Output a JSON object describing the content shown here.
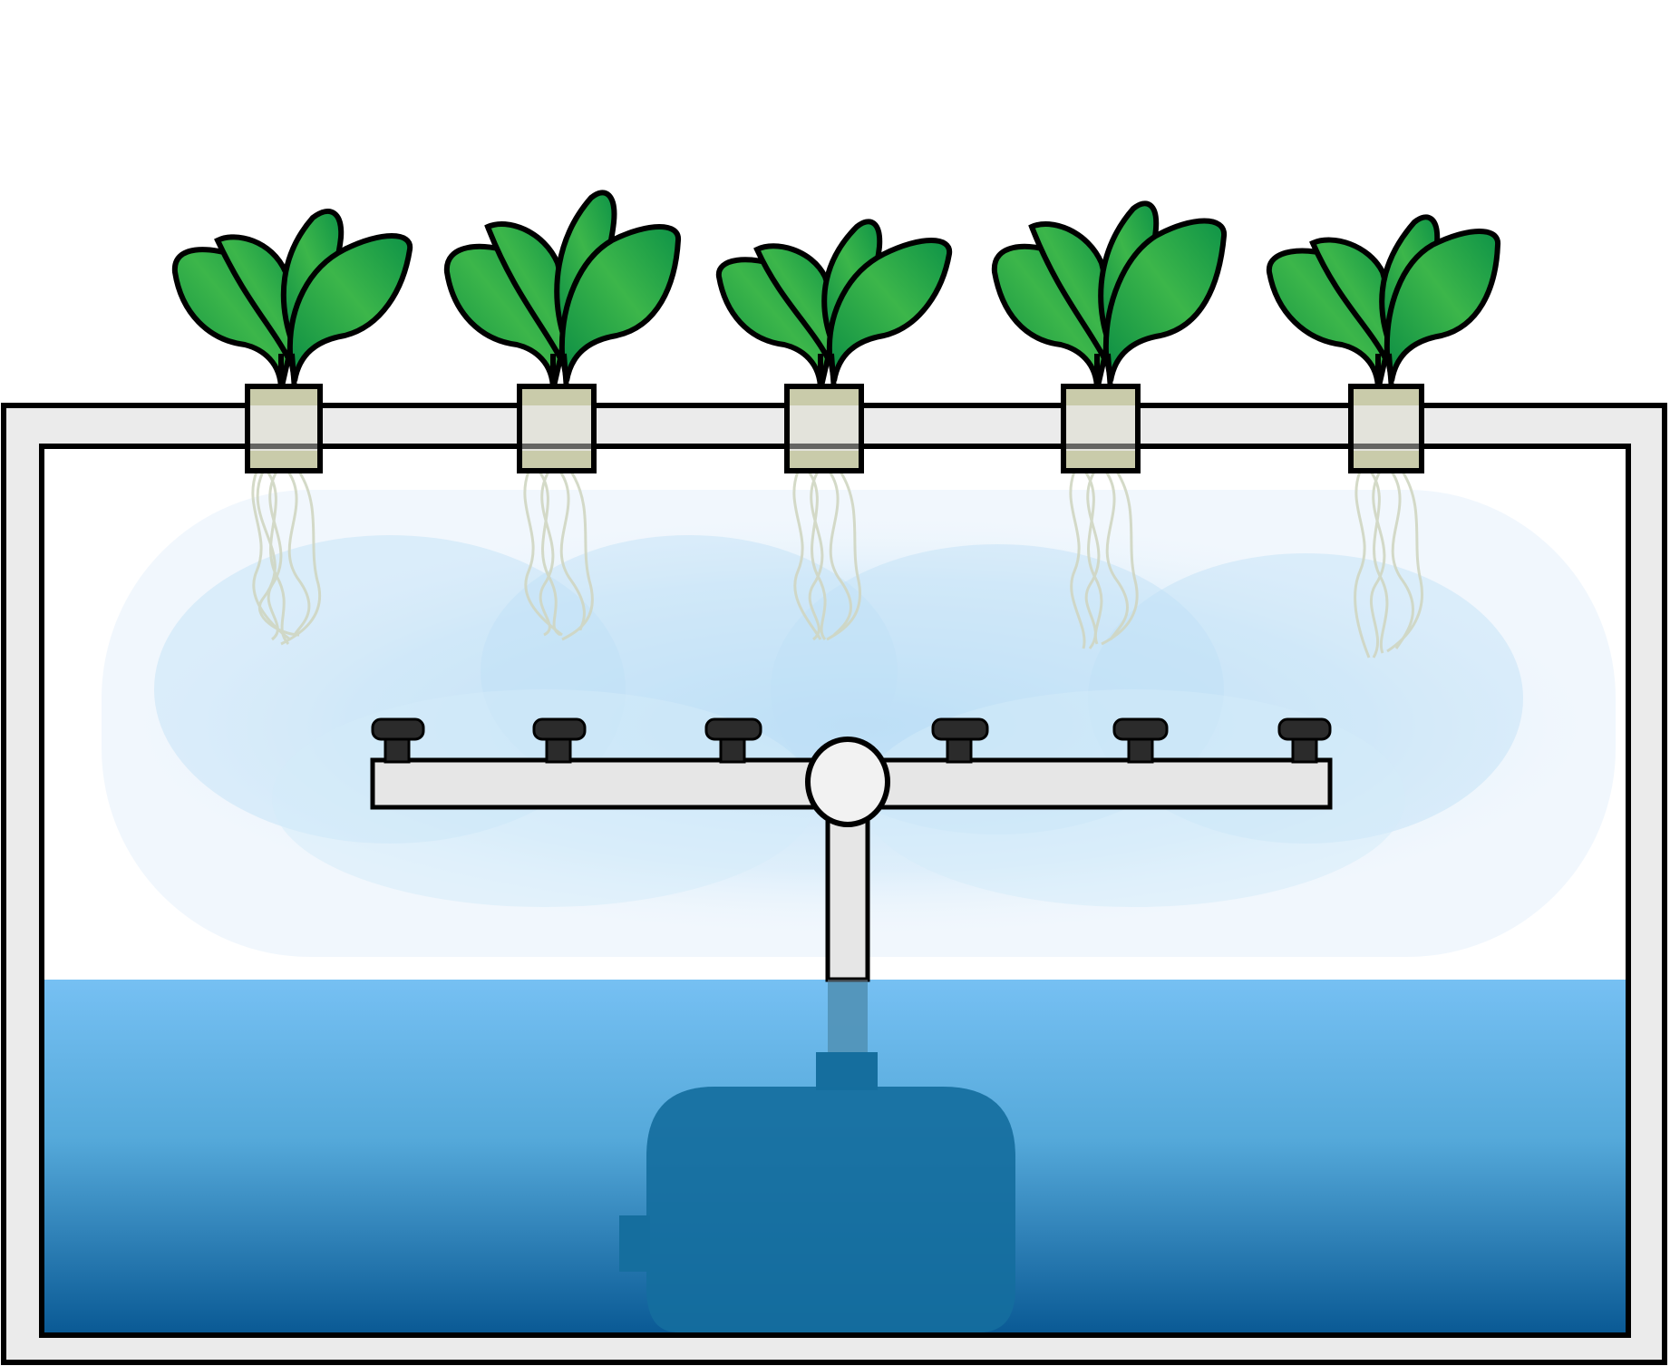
{
  "diagram": {
    "subject": "aeroponic-system",
    "plant_count": 5,
    "nozzle_count": 6,
    "colors": {
      "background": "#ffffff",
      "outline": "#000000",
      "tank_frame": "#ebebeb",
      "water_top": "#76c0f3",
      "water_bottom": "#0a5a95",
      "mist": "#bfe0f7",
      "pump": "#156e9e",
      "leaf_dark": "#0a8c44",
      "leaf_light": "#3cb64a",
      "net_pot": "#c9cbaa",
      "roots": "#d0d6c2",
      "pipe": "#e6e6e6",
      "nozzle": "#2b2b2b",
      "hub": "#f2f2f2"
    }
  }
}
